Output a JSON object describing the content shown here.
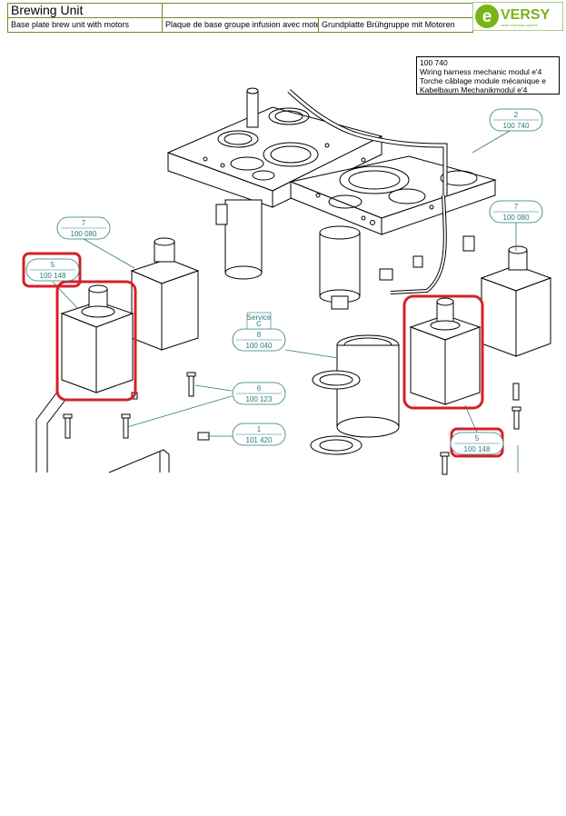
{
  "header": {
    "title": "Brewing Unit",
    "subtitle_en": "Base plate brew unit with motors",
    "subtitle_fr": "Plaque de base groupe infusion avec moteurs",
    "subtitle_de": "Grundplatte Brühgruppe mit Motoren",
    "logo_text": "VERSY",
    "logo_letter": "e",
    "logo_tagline": "swiss espresso system"
  },
  "legend": {
    "code": "100 740",
    "en": "Wiring harness mechanic modul e'4",
    "fr": "Torche câblage module mécanique e",
    "de": "Kabelbaum Mechanikmodul e'4"
  },
  "callouts": [
    {
      "num": "2",
      "part": "100 740"
    },
    {
      "num": "7",
      "part": "100 080"
    },
    {
      "num": "7",
      "part": "100 080"
    },
    {
      "num": "5",
      "part": "100 148"
    },
    {
      "num": "8",
      "part": "100 040",
      "tag": "Service",
      "tag_sub": "C"
    },
    {
      "num": "6",
      "part": "100 123"
    },
    {
      "num": "1",
      "part": "101 420"
    },
    {
      "num": "5",
      "part": "100 148"
    }
  ],
  "colors": {
    "header_border": "#6b8e23",
    "callout": "#2b7a78",
    "highlight": "#d4202a",
    "logo_green": "#7ab317"
  }
}
